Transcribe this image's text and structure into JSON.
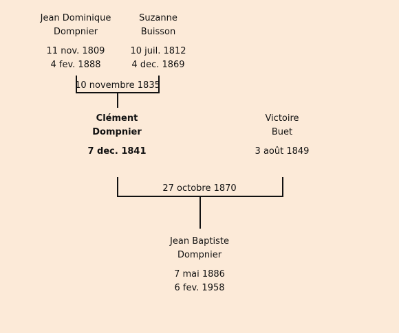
{
  "grandfather": {
    "first_name": "Jean Dominique",
    "last_name": "Dompnier",
    "birth": "11 nov. 1809",
    "death": "4 fev. 1888"
  },
  "grandmother": {
    "first_name": "Suzanne",
    "last_name": "Buisson",
    "birth": "10 juil. 1812",
    "death": "4 dec. 1869"
  },
  "grandparents_marriage": "10 novembre 1835",
  "father": {
    "first_name": "Clément",
    "last_name": "Dompnier",
    "birth": "7 dec. 1841"
  },
  "mother": {
    "first_name": "Victoire",
    "last_name": "Buet",
    "birth": "3 août 1849"
  },
  "parents_marriage": "27 octobre 1870",
  "child": {
    "first_name": "Jean Baptiste",
    "last_name": "Dompnier",
    "birth": "7 mai 1886",
    "death": "6 fev. 1958"
  }
}
